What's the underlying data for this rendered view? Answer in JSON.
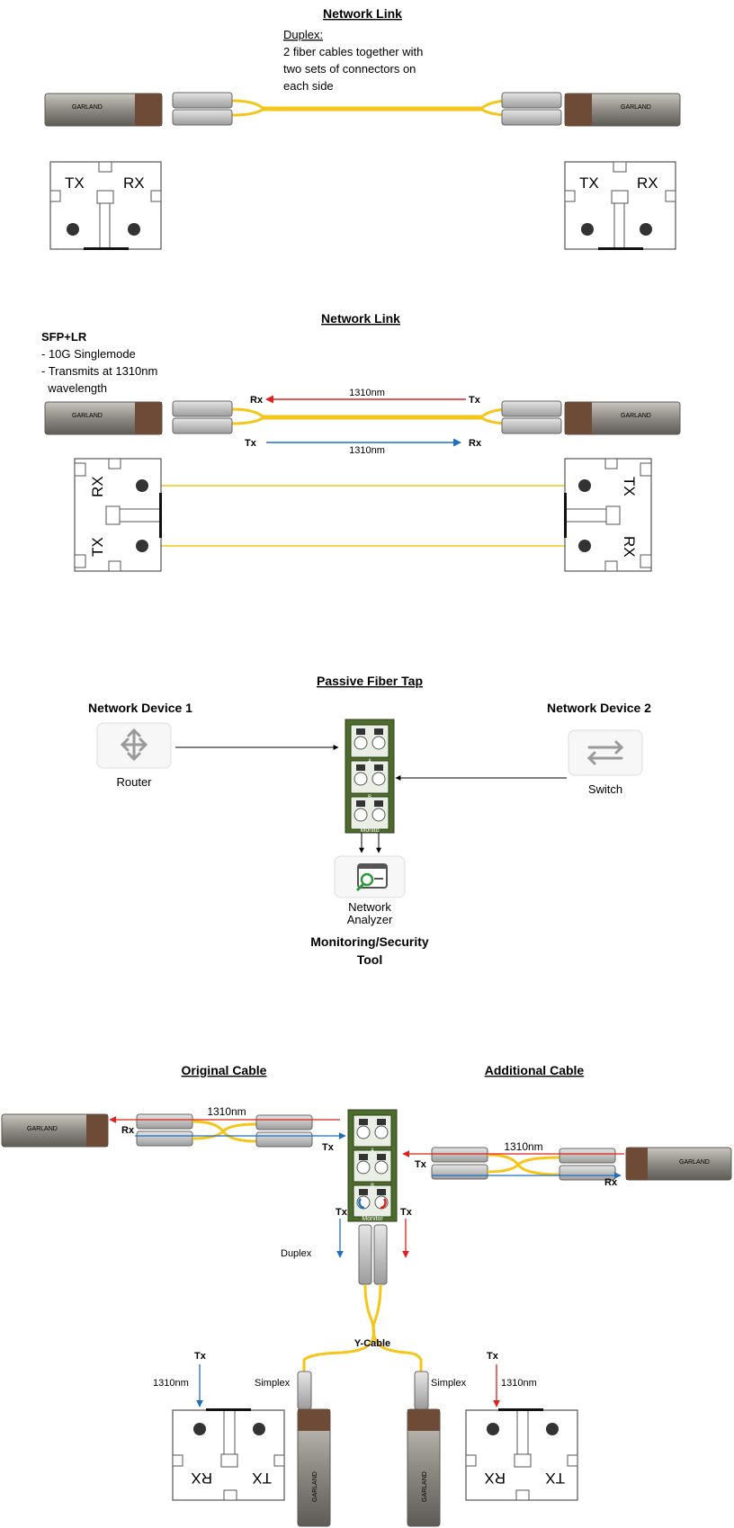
{
  "section1": {
    "title": "Network Link",
    "duplex_heading": "Duplex:",
    "duplex_lines": [
      "2 fiber cables together with",
      "two sets of connectors on",
      "each side"
    ],
    "port_left": {
      "tx": "TX",
      "rx": "RX"
    },
    "port_right": {
      "tx": "TX",
      "rx": "RX"
    }
  },
  "section2": {
    "title": "Network Link",
    "sfp_title": "SFP+LR",
    "sfp_lines": [
      "- 10G Singlemode",
      "- Transmits at 1310nm",
      "  wavelength"
    ],
    "top_rx": "Rx",
    "top_tx": "Tx",
    "top_wavelength": "1310nm",
    "bottom_tx": "Tx",
    "bottom_rx": "Rx",
    "bottom_wavelength": "1310nm",
    "port_left": {
      "rx": "RX",
      "tx": "TX"
    },
    "port_right": {
      "tx": "TX",
      "rx": "RX"
    }
  },
  "section3": {
    "title": "Passive Fiber Tap",
    "device1_heading": "Network Device 1",
    "device1_label": "Router",
    "device2_heading": "Network Device 2",
    "device2_label": "Switch",
    "analyzer_label_1": "Network",
    "analyzer_label_2": "Analyzer",
    "tool_heading_1": "Monitoring/Security",
    "tool_heading_2": "Tool",
    "tap_port_a": "A",
    "tap_port_b": "B",
    "tap_port_monitor": "Monito"
  },
  "section4": {
    "original_cable": "Original Cable",
    "additional_cable": "Additional Cable",
    "orig_wavelength": "1310nm",
    "orig_rx": "Rx",
    "orig_tx": "Tx",
    "add_wavelength": "1310nm",
    "add_tx": "Tx",
    "add_rx": "Rx",
    "tap_port_a": "A",
    "tap_port_b": "B",
    "tap_port_monitor": "Monitor",
    "monitor_tx_left": "Tx",
    "monitor_tx_right": "Tx",
    "duplex_label": "Duplex",
    "ycable_label": "Y-Cable",
    "simplex_left": "Simplex",
    "simplex_right": "Simplex",
    "left_tx": "Tx",
    "left_wavelength": "1310nm",
    "right_tx": "Tx",
    "right_wavelength": "1310nm",
    "port_left": {
      "rx": "RX",
      "tx": "TX"
    },
    "port_right": {
      "rx": "RX",
      "tx": "TX"
    }
  },
  "brand": "GARLAND",
  "colors": {
    "fiber": "#f5c518",
    "rx_arrow": "#e0201c",
    "tx_arrow": "#1f6fbf",
    "tap_green": "#4e6b2e",
    "sfp_metal": "#8e8a84"
  },
  "icons": {
    "router": "router-icon",
    "switch": "switch-icon",
    "analyzer": "network-analyzer-icon"
  }
}
